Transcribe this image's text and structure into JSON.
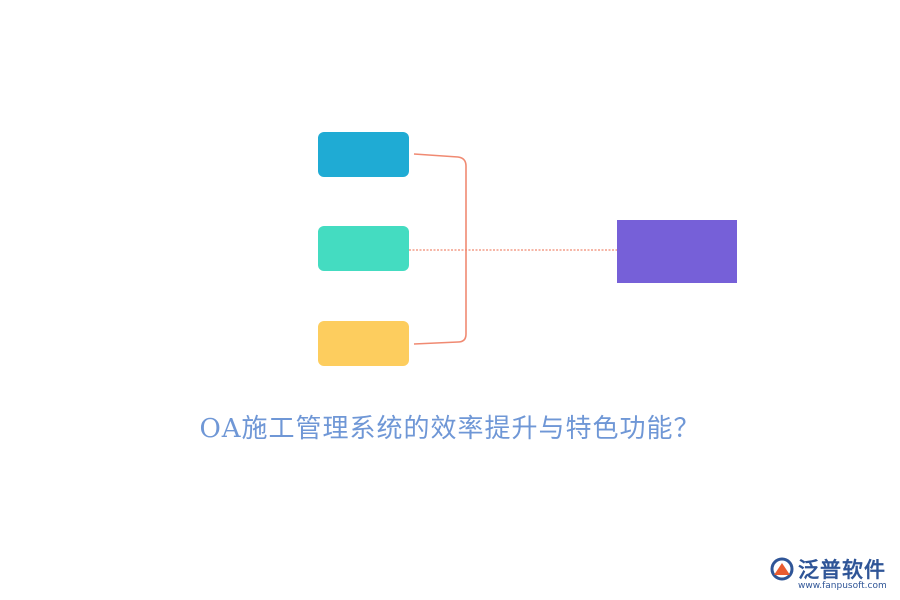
{
  "diagram": {
    "nodes": [
      {
        "id": "node-1",
        "color": "#1fabd4"
      },
      {
        "id": "node-2",
        "color": "#44dcc1"
      },
      {
        "id": "node-3",
        "color": "#fdcd5e"
      }
    ],
    "target": {
      "color": "#7660d8"
    },
    "connector_color": "#f08a72"
  },
  "caption": {
    "text": "OA施工管理系统的效率提升与特色功能？",
    "color": "#6f97d6"
  },
  "logo": {
    "brand": "泛普软件",
    "site": "www.fanpusoft.com",
    "icon": "fanpu-logo-icon"
  }
}
